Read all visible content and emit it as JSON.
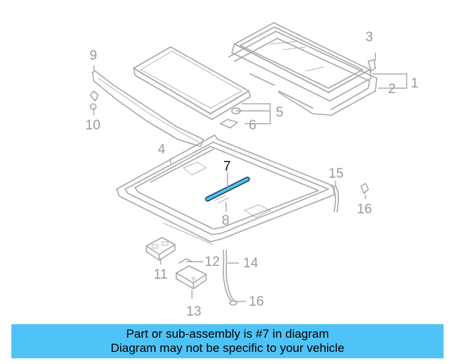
{
  "diagram": {
    "callouts": {
      "c1": "1",
      "c2": "2",
      "c3": "3",
      "c4": "4",
      "c5": "5",
      "c6": "6",
      "c7": "7",
      "c8": "8",
      "c9": "9",
      "c10": "10",
      "c11": "11",
      "c12": "12",
      "c13": "13",
      "c14": "14",
      "c15": "15",
      "c16a": "16",
      "c16b": "16"
    },
    "highlight_part": "7",
    "colors": {
      "line": "#a8a8a8",
      "highlight": "#4fc3f7",
      "banner": "#4fc3f7"
    }
  },
  "banner": {
    "line1": "Part or sub-assembly is #7 in diagram",
    "line2": "Diagram may not be specific to your vehicle"
  }
}
